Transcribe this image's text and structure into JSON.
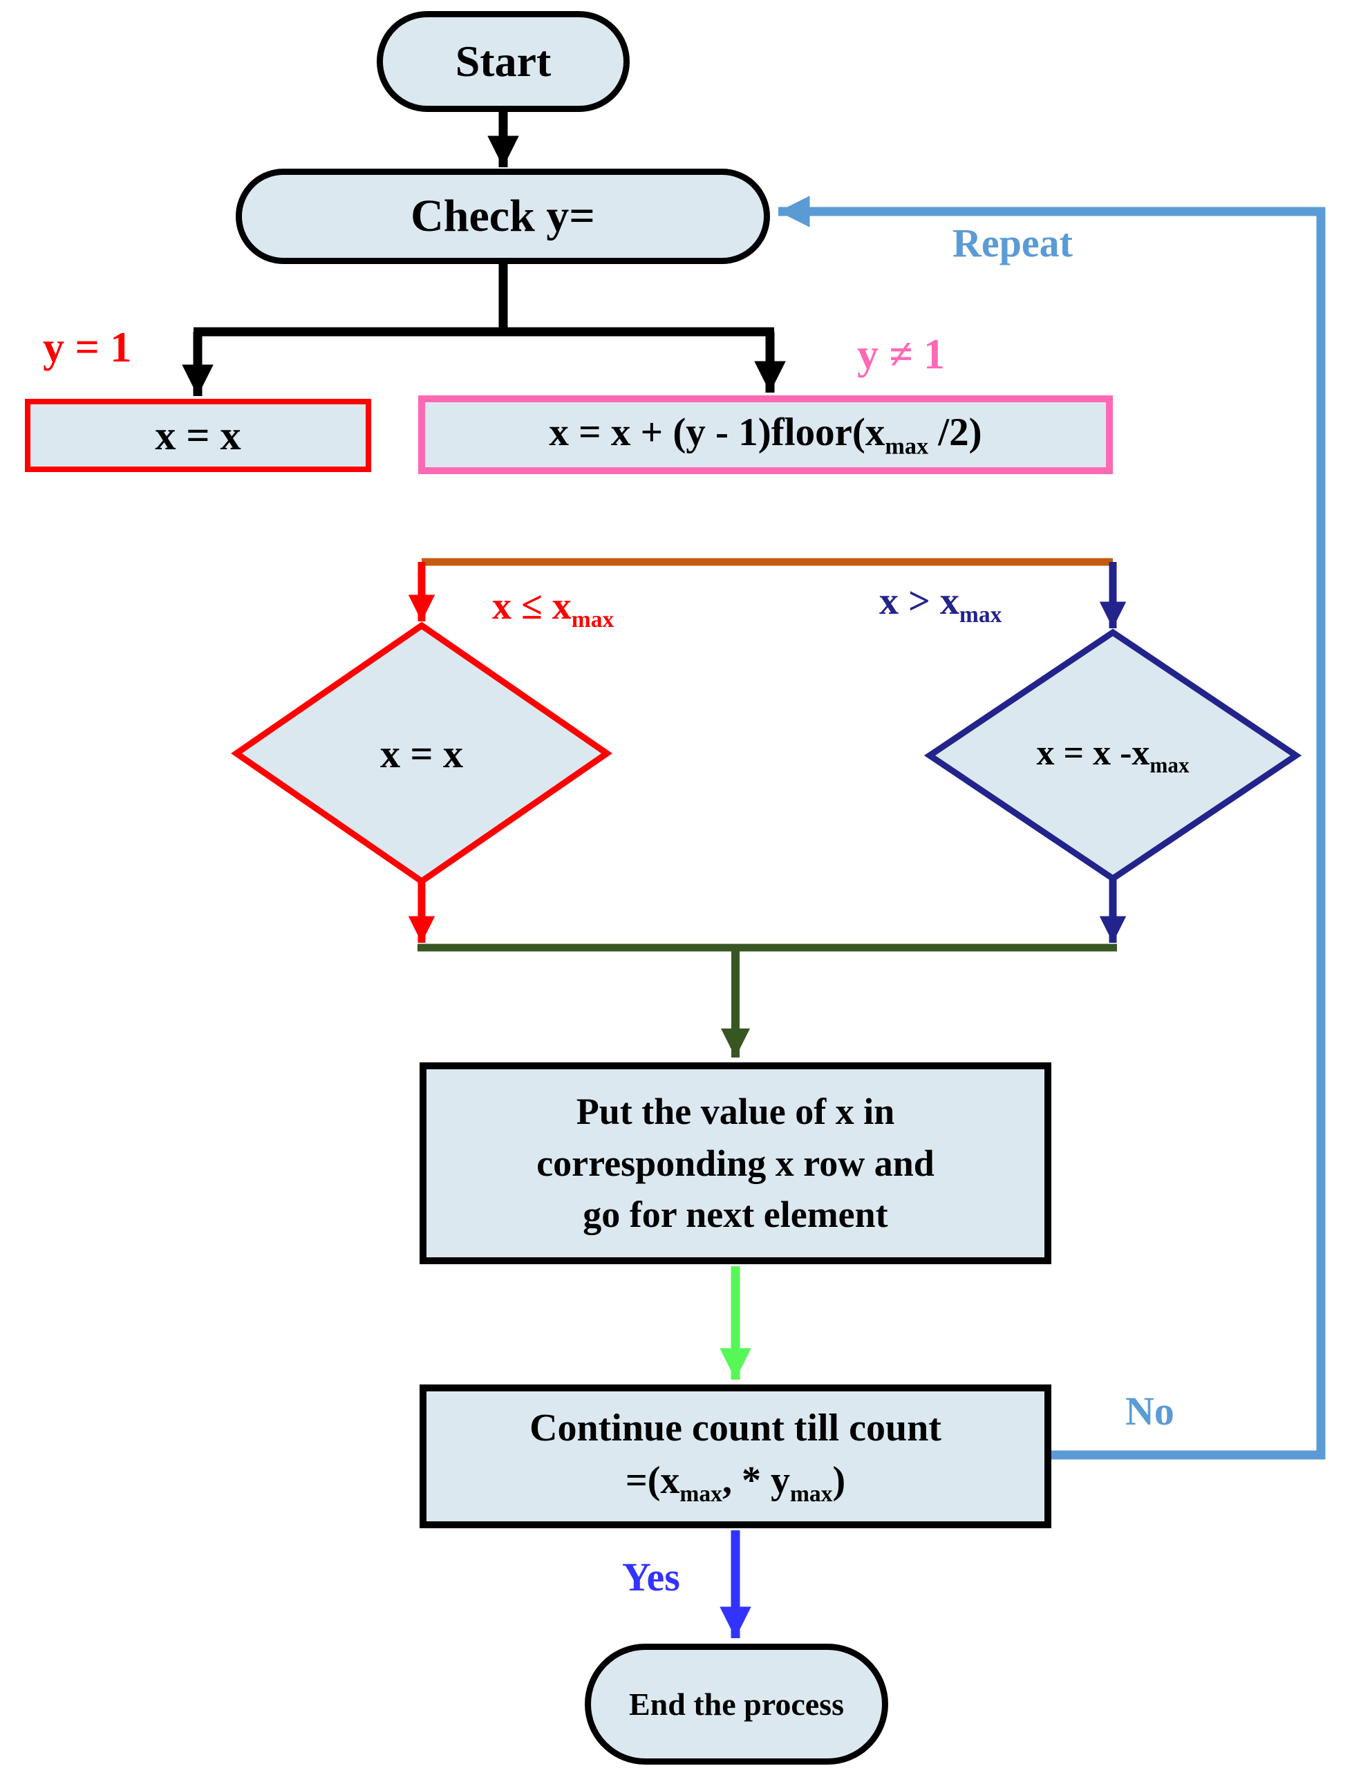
{
  "nodes": {
    "start": {
      "label": "Start"
    },
    "check_y": {
      "label": "Check y="
    },
    "x_eq_x_box": {
      "label": "x = x"
    },
    "x_offset_box": {
      "rich": [
        "x = x + (y - 1)floor(x",
        {
          "sub": "max"
        },
        " /2)"
      ]
    },
    "x_le_diamond": {
      "label": "x = x"
    },
    "x_gt_diamond": {
      "rich": [
        "x = x -x",
        {
          "sub": "max"
        }
      ]
    },
    "put_value_box": {
      "lines": [
        "Put the value of x in",
        "corresponding x row and",
        "go for next element"
      ]
    },
    "continue_box": {
      "line1": "Continue count till count",
      "line2": [
        "=(x",
        {
          "sub": "max"
        },
        ", * y",
        {
          "sub": "max"
        },
        ")"
      ]
    },
    "end": {
      "label": "End the process"
    }
  },
  "edge_labels": {
    "y_eq_1": "y = 1",
    "y_ne_1": "y ≠  1",
    "x_le_xmax": [
      "x ≤  x",
      {
        "sub": "max"
      }
    ],
    "x_gt_xmax": [
      "x >  x",
      {
        "sub": "max"
      }
    ],
    "repeat": "Repeat",
    "no": "No",
    "yes": "Yes"
  },
  "colors": {
    "node_fill": "#dbe8f0",
    "black": "#000000",
    "red": "#ff0000",
    "pink": "#ff69b4",
    "orange": "#c55a11",
    "navy": "#23238c",
    "dark_green": "#375623",
    "bright_green": "#57f757",
    "blue": "#3333ff",
    "light_blue": "#5b9bd5"
  }
}
